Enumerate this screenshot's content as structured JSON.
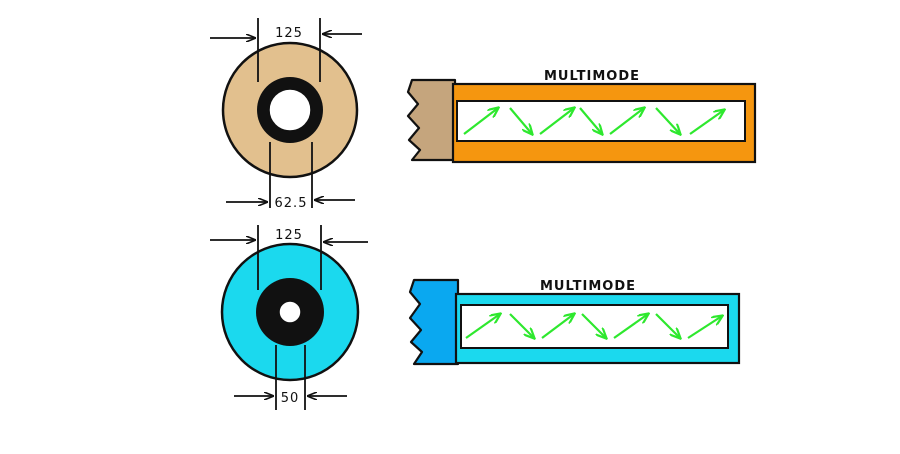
{
  "colors": {
    "outline": "#111111",
    "arrow": "#2ee82e",
    "cladding_top": "#e2c08e",
    "fiber_top": "#f5960f",
    "cladding_bottom": "#1bd9ee",
    "connector_bottom": "#0aa8f0",
    "core": "#ffffff"
  },
  "icons": {
    "dimension_arrow": "right-arrow-icon / left-arrow-icon",
    "light_ray": "diagonal-arrow-icon"
  },
  "fibers": [
    {
      "cladding_diameter": "125",
      "core_diameter": "62.5",
      "label": "MULTIMODE"
    },
    {
      "cladding_diameter": "125",
      "core_diameter": "50",
      "label": "MULTIMODE"
    }
  ]
}
